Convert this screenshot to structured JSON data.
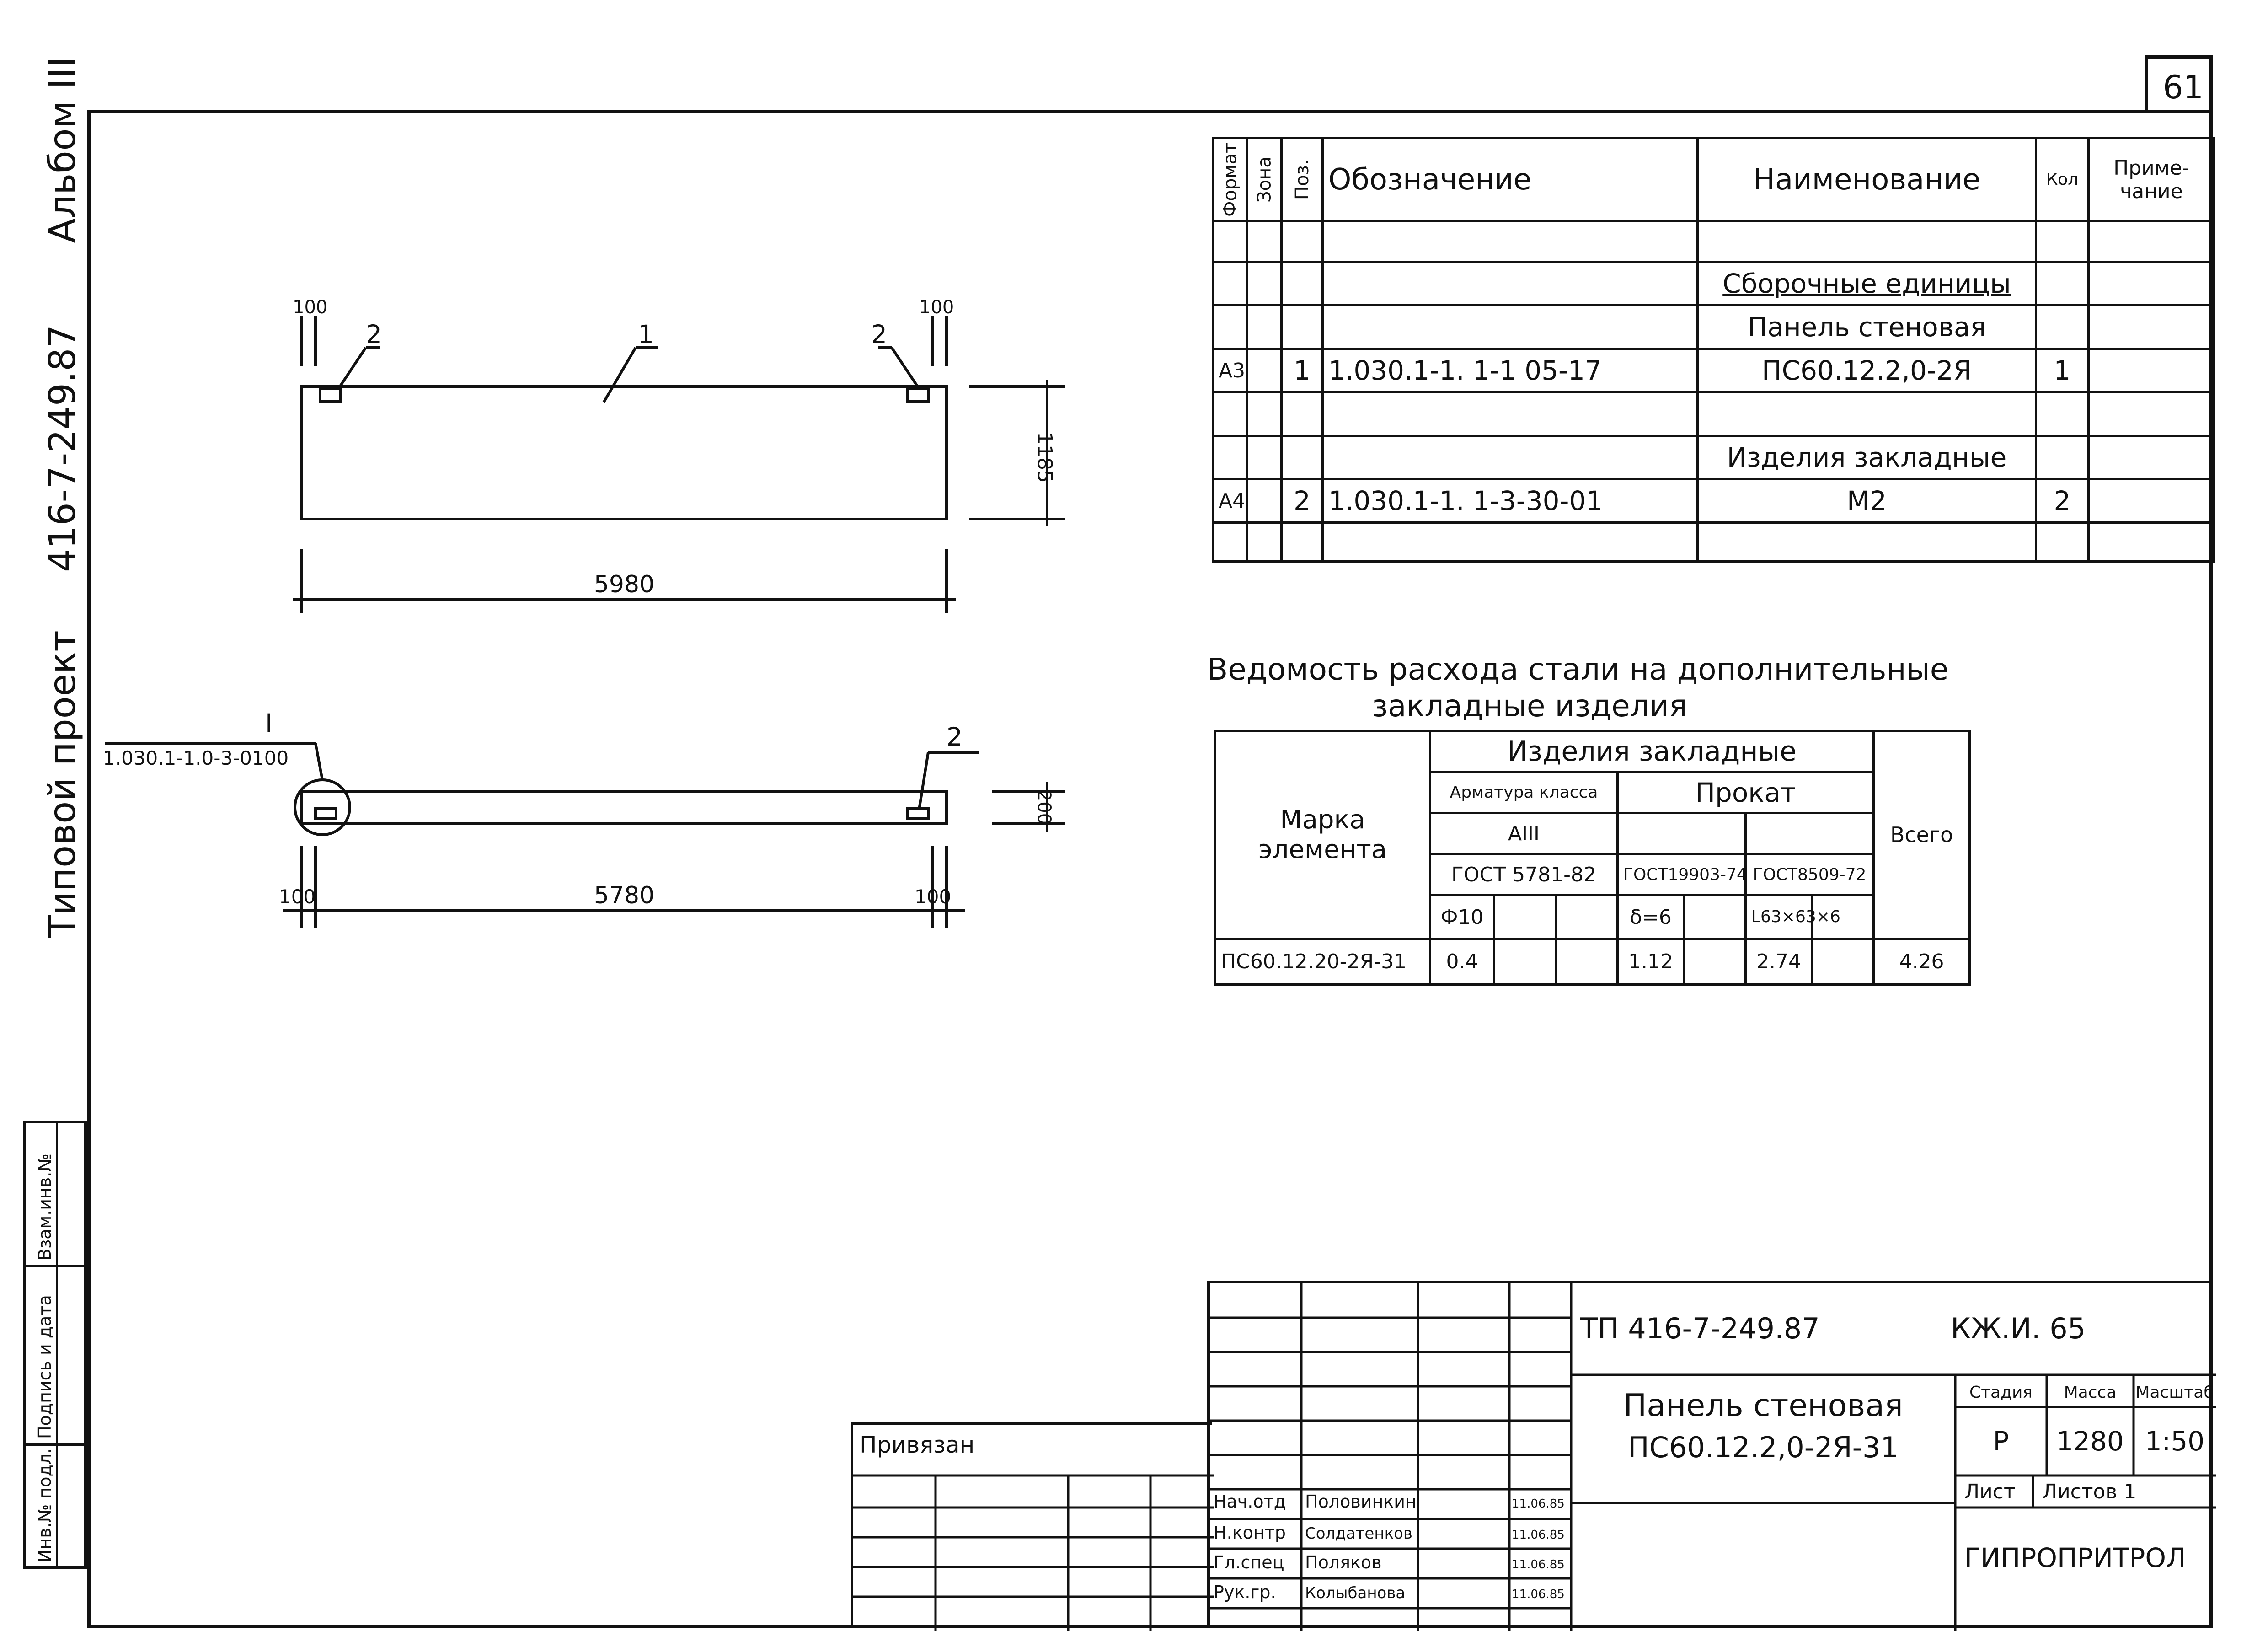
{
  "sheet_number": "61",
  "side_label": {
    "album": "Альбом III",
    "code": "416-7-249.87",
    "project": "Типовой проект"
  },
  "drawing": {
    "marks": {
      "pos1": "1",
      "pos2a": "2",
      "pos2b": "2",
      "pos2c": "2",
      "node": "I"
    },
    "dims": {
      "top_left": "100",
      "top_right": "100",
      "height": "1185",
      "length1": "5980",
      "length2": "5780",
      "bot_left": "100",
      "bot_right": "100",
      "thickness": "200"
    },
    "node_ref": "1.030.1-1.0-3-0100"
  },
  "spec_table": {
    "headers": {
      "format": "Формат",
      "zone": "Зона",
      "pos": "Поз.",
      "designation": "Обозначение",
      "name": "Наименование",
      "qty": "Кол",
      "note": "Приме- чание"
    },
    "rows": [
      {
        "format": "",
        "zone": "",
        "pos": "",
        "designation": "",
        "name": "",
        "qty": "",
        "note": ""
      },
      {
        "format": "",
        "zone": "",
        "pos": "",
        "designation": "",
        "name": "Сборочные единицы",
        "qty": "",
        "note": ""
      },
      {
        "format": "",
        "zone": "",
        "pos": "",
        "designation": "",
        "name": "Панель стеновая",
        "qty": "",
        "note": ""
      },
      {
        "format": "А3",
        "zone": "",
        "pos": "1",
        "designation": "1.030.1-1. 1-1 05-17",
        "name": "ПС60.12.2,0-2Я",
        "qty": "1",
        "note": ""
      },
      {
        "format": "",
        "zone": "",
        "pos": "",
        "designation": "",
        "name": "",
        "qty": "",
        "note": ""
      },
      {
        "format": "",
        "zone": "",
        "pos": "",
        "designation": "",
        "name": "Изделия закладные",
        "qty": "",
        "note": ""
      },
      {
        "format": "А4",
        "zone": "",
        "pos": "2",
        "designation": "1.030.1-1. 1-3-30-01",
        "name": "М2",
        "qty": "2",
        "note": ""
      },
      {
        "format": "",
        "zone": "",
        "pos": "",
        "designation": "",
        "name": "",
        "qty": "",
        "note": ""
      }
    ]
  },
  "steel_table": {
    "title_line1": "Ведомость расхода стали на дополнительные",
    "title_line2": "закладные изделия",
    "mark_header": "Марка элемента",
    "group_header": "Изделия закладные",
    "rebar_header": "Арматура класса",
    "rolled_header": "Прокат",
    "class": "АIII",
    "gost1": "ГОСТ 5781-82",
    "gost2": "ГОСТ19903-74",
    "gost3": "ГОСТ8509-72",
    "dia": "Ф10",
    "delta": "δ=6",
    "angle": "L63×63×6",
    "total_header": "Всего",
    "row": {
      "mark": "ПС60.12.20-2Я-31",
      "v1": "0.4",
      "v2": "1.12",
      "v3": "2.74",
      "total": "4.26"
    }
  },
  "title_block": {
    "bound": "Привязан",
    "code": "ТП 416-7-249.87",
    "sheet_code": "КЖ.И. 65",
    "name_line1": "Панель стеновая",
    "name_line2": "ПС60.12.2,0-2Я-31",
    "stage_h": "Стадия",
    "mass_h": "Масса",
    "scale_h": "Масштаб",
    "stage": "Р",
    "mass": "1280",
    "scale": "1:50",
    "sheet_h": "Лист",
    "sheets_h": "Листов 1",
    "org": "ГИПРОПРИТРОЛ",
    "signatures": [
      {
        "role": "Нач.отд",
        "name": "Половинкин",
        "date": "11.06.85"
      },
      {
        "role": "Н.контр",
        "name": "Солдатенков",
        "date": "11.06.85"
      },
      {
        "role": "Гл.спец",
        "name": "Поляков",
        "date": "11.06.85"
      },
      {
        "role": "Рук.гр.",
        "name": "Колыбанова",
        "date": "11.06.85"
      }
    ]
  },
  "stamp_side": {
    "c1": "Инв.№ подл.",
    "c2": "Подпись и дата",
    "c3": "Взам.инв.№"
  }
}
